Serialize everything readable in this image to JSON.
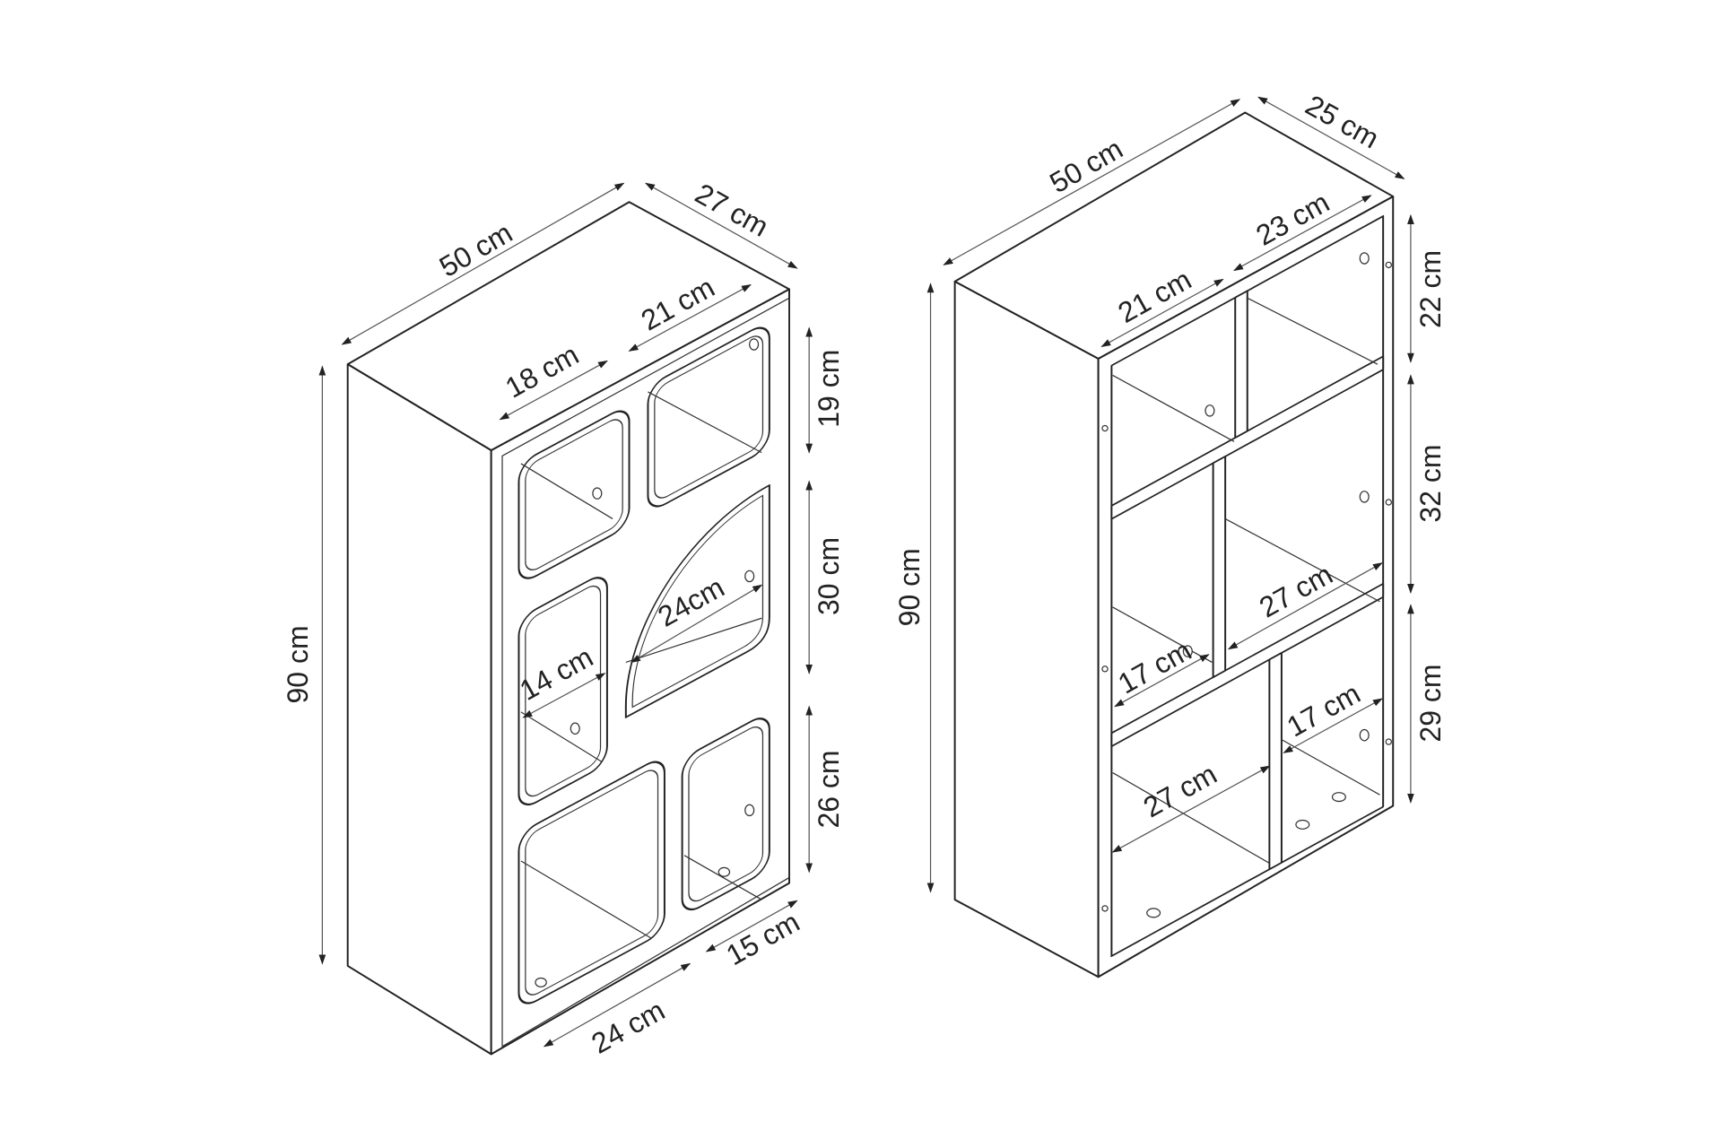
{
  "left_shelf": {
    "width": "50 cm",
    "depth": "27 cm",
    "height": "90 cm",
    "top_right_cell_width": "21 cm",
    "top_left_cell_width": "18 cm",
    "top_right_cell_height": "19 cm",
    "middle_right_cell_height": "30 cm",
    "bottom_right_cell_height": "26 cm",
    "round_cell_width": "24cm",
    "middle_left_cell_width": "14 cm",
    "bottom_right_cell_width": "15 cm",
    "bottom_left_cell_width": "24 cm"
  },
  "right_shelf": {
    "width": "50 cm",
    "depth": "25 cm",
    "height": "90 cm",
    "top_right_cell_width": "23 cm",
    "top_left_cell_width": "21 cm",
    "top_row_height": "22 cm",
    "middle_row_height": "32 cm",
    "bottom_row_height": "29 cm",
    "middle_right_cell_width": "27 cm",
    "middle_left_cell_width": "17 cm",
    "bottom_right_cell_width": "17 cm",
    "bottom_left_cell_width": "27 cm"
  }
}
